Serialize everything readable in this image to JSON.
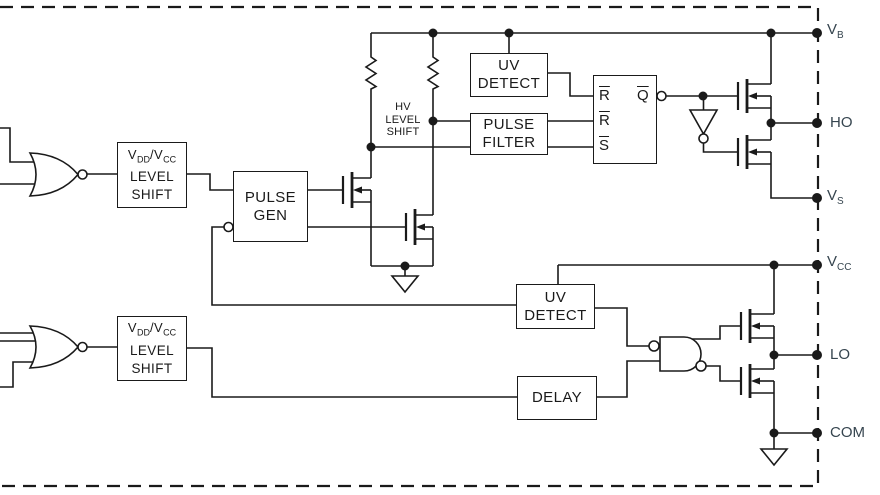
{
  "diagram_title": "gate-driver-ic-functional-block-diagram",
  "colors": {
    "line": "#1a1a1a",
    "pin_label": "#36454f",
    "background": "#ffffff"
  },
  "blocks": {
    "level_shift_top": {
      "v1": "V",
      "s1": "DD",
      "v2": "/V",
      "s2": "CC",
      "line2": "LEVEL",
      "line3": "SHIFT"
    },
    "level_shift_bottom": {
      "v1": "V",
      "s1": "DD",
      "v2": "/V",
      "s2": "CC",
      "line2": "LEVEL",
      "line3": "SHIFT"
    },
    "pulse_gen": {
      "line1": "PULSE",
      "line2": "GEN"
    },
    "uv_detect_high": {
      "line1": "UV",
      "line2": "DETECT"
    },
    "pulse_filter": {
      "line1": "PULSE",
      "line2": "FILTER"
    },
    "uv_detect_low": {
      "line1": "UV",
      "line2": "DETECT"
    },
    "delay": {
      "line1": "DELAY"
    },
    "hv_level_shift_label": {
      "line1": "HV",
      "line2": "LEVEL",
      "line3": "SHIFT"
    },
    "latch": {
      "in1": "R",
      "in2": "R",
      "in3": "S",
      "out": "Q"
    }
  },
  "pins": {
    "vb": {
      "base": "V",
      "sub": "B"
    },
    "ho": {
      "base": "HO",
      "sub": ""
    },
    "vs": {
      "base": "V",
      "sub": "S"
    },
    "vcc": {
      "base": "V",
      "sub": "CC"
    },
    "lo": {
      "base": "LO",
      "sub": ""
    },
    "com": {
      "base": "COM",
      "sub": ""
    }
  }
}
